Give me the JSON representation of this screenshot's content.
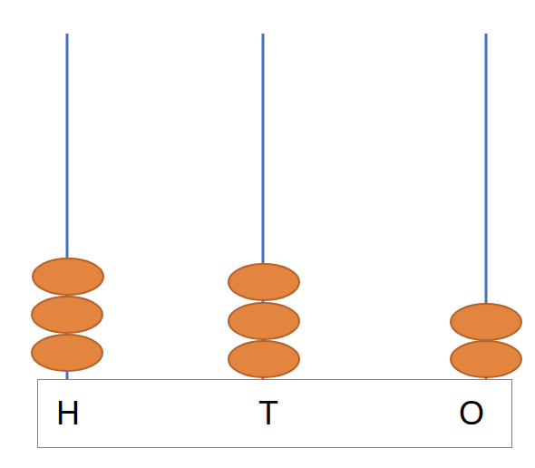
{
  "diagram": {
    "nodes": [
      {
        "text": [
          "H",
          "T",
          "O"
        ]
      }
    ]
  }
}
